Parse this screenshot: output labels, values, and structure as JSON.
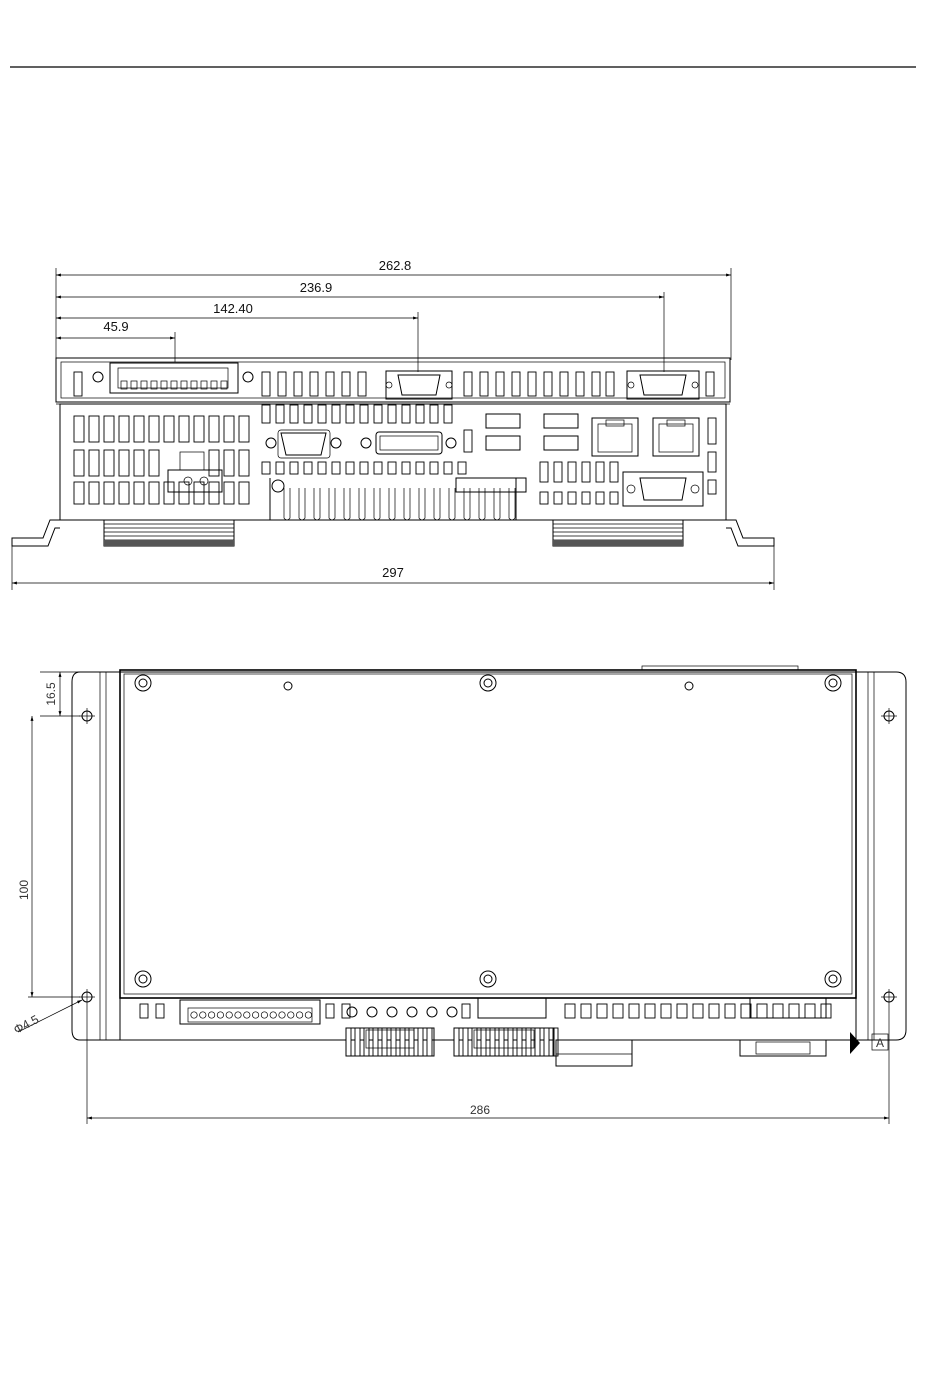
{
  "front_view": {
    "dimensions": [
      "262.8",
      "236.9",
      "142.40",
      "45.9",
      "297"
    ]
  },
  "top_view": {
    "dimensions": [
      "16.5",
      "100",
      "Φ4.5",
      "286"
    ],
    "datum_label": "A"
  }
}
